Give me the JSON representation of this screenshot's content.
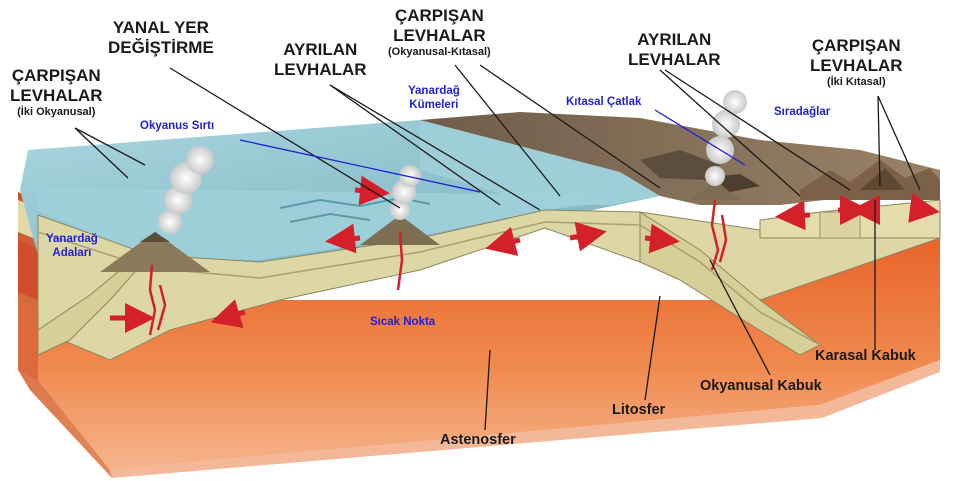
{
  "labels": {
    "carpisan_left": {
      "line1": "ÇARPIŞAN",
      "line2": "LEVHALAR",
      "sub": "(İki Okyanusal)"
    },
    "yanal": {
      "line1": "YANAL YER",
      "line2": "DEĞİŞTİRME"
    },
    "ayrilan_left": {
      "line1": "AYRILAN",
      "line2": "LEVHALAR"
    },
    "carpisan_mid": {
      "line1": "ÇARPIŞAN",
      "line2": "LEVHALAR",
      "sub": "(Okyanusal-Kıtasal)"
    },
    "ayrilan_right": {
      "line1": "AYRILAN",
      "line2": "LEVHALAR"
    },
    "carpisan_right": {
      "line1": "ÇARPIŞAN",
      "line2": "LEVHALAR",
      "sub": "(İki Kıtasal)"
    },
    "okyanus_sirti": "Okyanus Sırtı",
    "yanardag_kumeleri": {
      "line1": "Yanardağ",
      "line2": "Kümeleri"
    },
    "kitasal_catlak": "Kıtasal Çatlak",
    "siradaglar": "Sıradağlar",
    "yanardag_adalari": {
      "line1": "Yanardağ",
      "line2": "Adaları"
    },
    "sicak_nokta": "Sıcak Nokta",
    "karasal_kabuk": "Karasal Kabuk",
    "okyanusal_kabuk": "Okyanusal Kabuk",
    "litosfer": "Litosfer",
    "astenosfer": "Astenosfer"
  },
  "colors": {
    "label_blue": "#1f1fd6",
    "label_dark": "#1a1a1a",
    "ocean": "#8fc3cf",
    "lithosphere": "#ddd7a6",
    "asthenosphere": "#ee7a3a",
    "mantle_deep": "#f4a57a",
    "continent": "#8a7258",
    "magma": "#d4202a"
  }
}
